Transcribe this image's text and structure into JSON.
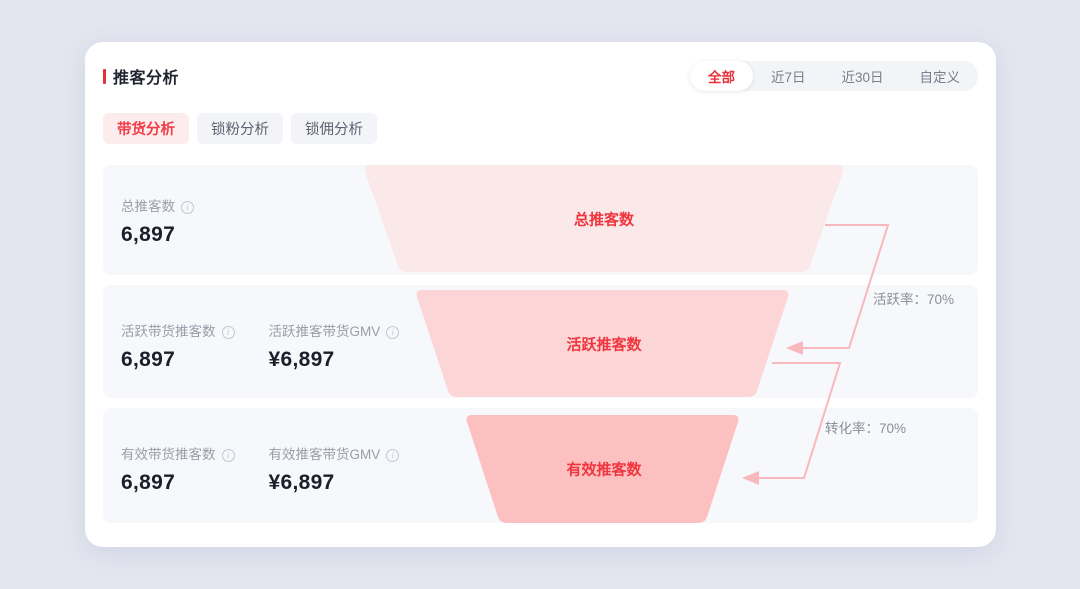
{
  "header": {
    "title": "推客分析",
    "accent_color": "#e4303a"
  },
  "range_filter": {
    "items": [
      {
        "label": "全部",
        "active": true
      },
      {
        "label": "近7日",
        "active": false
      },
      {
        "label": "近30日",
        "active": false
      },
      {
        "label": "自定义",
        "active": false
      }
    ]
  },
  "tabs": [
    {
      "label": "带货分析",
      "active": true
    },
    {
      "label": "锁粉分析",
      "active": false
    },
    {
      "label": "锁佣分析",
      "active": false
    }
  ],
  "stats": [
    {
      "cells": [
        {
          "label": "总推客数",
          "value": "6,897",
          "info": true
        }
      ]
    },
    {
      "cells": [
        {
          "label": "活跃带货推客数",
          "value": "6,897",
          "info": true
        },
        {
          "label": "活跃推客带货GMV",
          "value": "¥6,897",
          "info": true
        }
      ]
    },
    {
      "cells": [
        {
          "label": "有效带货推客数",
          "value": "6,897",
          "info": true
        },
        {
          "label": "有效推客带货GMV",
          "value": "¥6,897",
          "info": true
        }
      ]
    }
  ],
  "chart_data": {
    "type": "funnel",
    "title": "推客分析",
    "orientation": "vertical",
    "stages": [
      {
        "name": "总推客数",
        "value": 6897,
        "fill": "#fbe9e9",
        "top_width": 480,
        "bottom_width": 408
      },
      {
        "name": "活跃推客数",
        "value": 6897,
        "fill": "#fcd6d6",
        "top_width": 375,
        "bottom_width": 305
      },
      {
        "name": "有效推客数",
        "value": 6897,
        "fill": "#fcc0c0",
        "top_width": 278,
        "bottom_width": 208
      }
    ],
    "conversions": [
      {
        "label": "活跃率：70%",
        "from": "总推客数",
        "to": "活跃推客数",
        "rate": 0.7
      },
      {
        "label": "转化率：70%",
        "from": "活跃推客数",
        "to": "有效推客数",
        "rate": 0.7
      }
    ],
    "arrow_color": "#f9b8bc",
    "label_color": "#f0353f"
  },
  "icons": {
    "info": "i"
  }
}
